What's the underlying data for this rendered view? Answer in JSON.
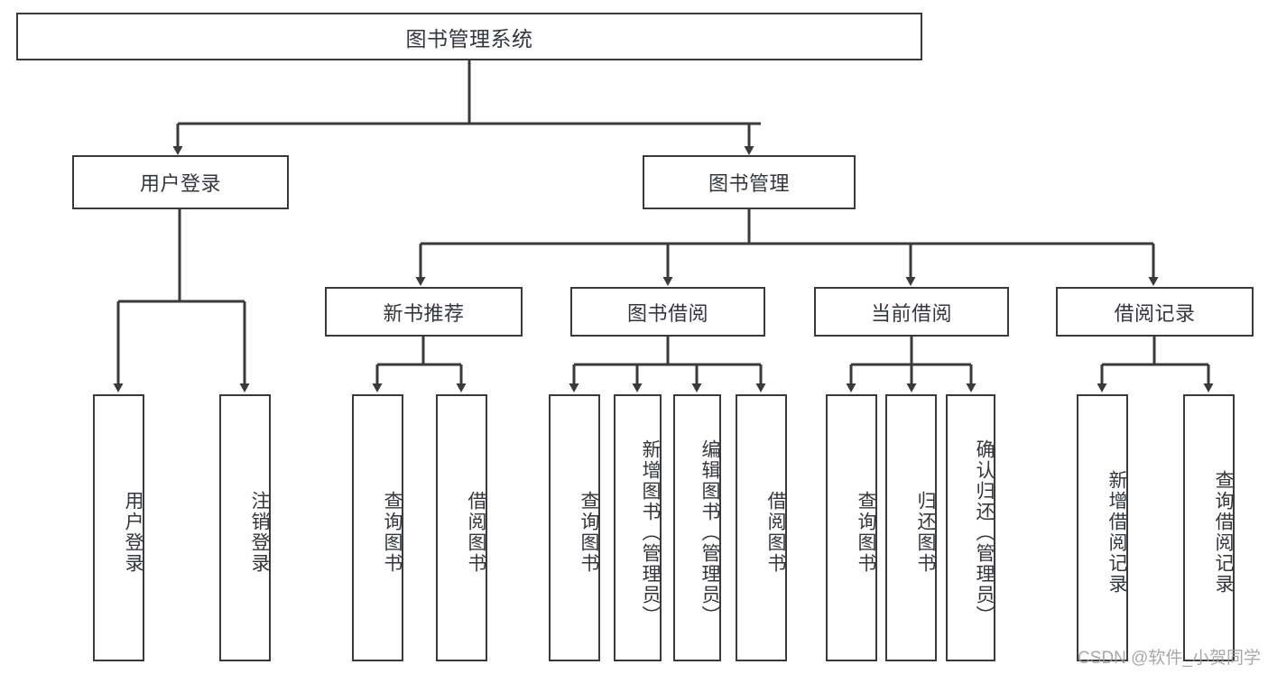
{
  "diagram": {
    "type": "tree",
    "title": "图书管理系统",
    "root": {
      "label": "图书管理系统"
    },
    "level2": [
      {
        "label": "用户登录"
      },
      {
        "label": "图书管理"
      }
    ],
    "level3": [
      {
        "label": "新书推荐"
      },
      {
        "label": "图书借阅"
      },
      {
        "label": "当前借阅"
      },
      {
        "label": "借阅记录"
      }
    ],
    "leaves": {
      "user_login": [
        {
          "label": "用户登录"
        },
        {
          "label": "注销登录"
        }
      ],
      "new_book_recommend": [
        {
          "label": "查询图书"
        },
        {
          "label": "借阅图书"
        }
      ],
      "book_borrow": [
        {
          "label": "查询图书"
        },
        {
          "label": "新增图书（管理员）"
        },
        {
          "label": "编辑图书（管理员）"
        },
        {
          "label": "借阅图书"
        }
      ],
      "current_borrow": [
        {
          "label": "查询图书"
        },
        {
          "label": "归还图书"
        },
        {
          "label": "确认归还（管理员）"
        }
      ],
      "borrow_record": [
        {
          "label": "新增借阅记录"
        },
        {
          "label": "查询借阅记录"
        }
      ]
    },
    "watermark": "CSDN @软件_小贺同学",
    "colors": {
      "stroke": "#3a3a3a",
      "text": "#33373c",
      "background": "#ffffff",
      "watermark": "#9a9a9a"
    }
  }
}
